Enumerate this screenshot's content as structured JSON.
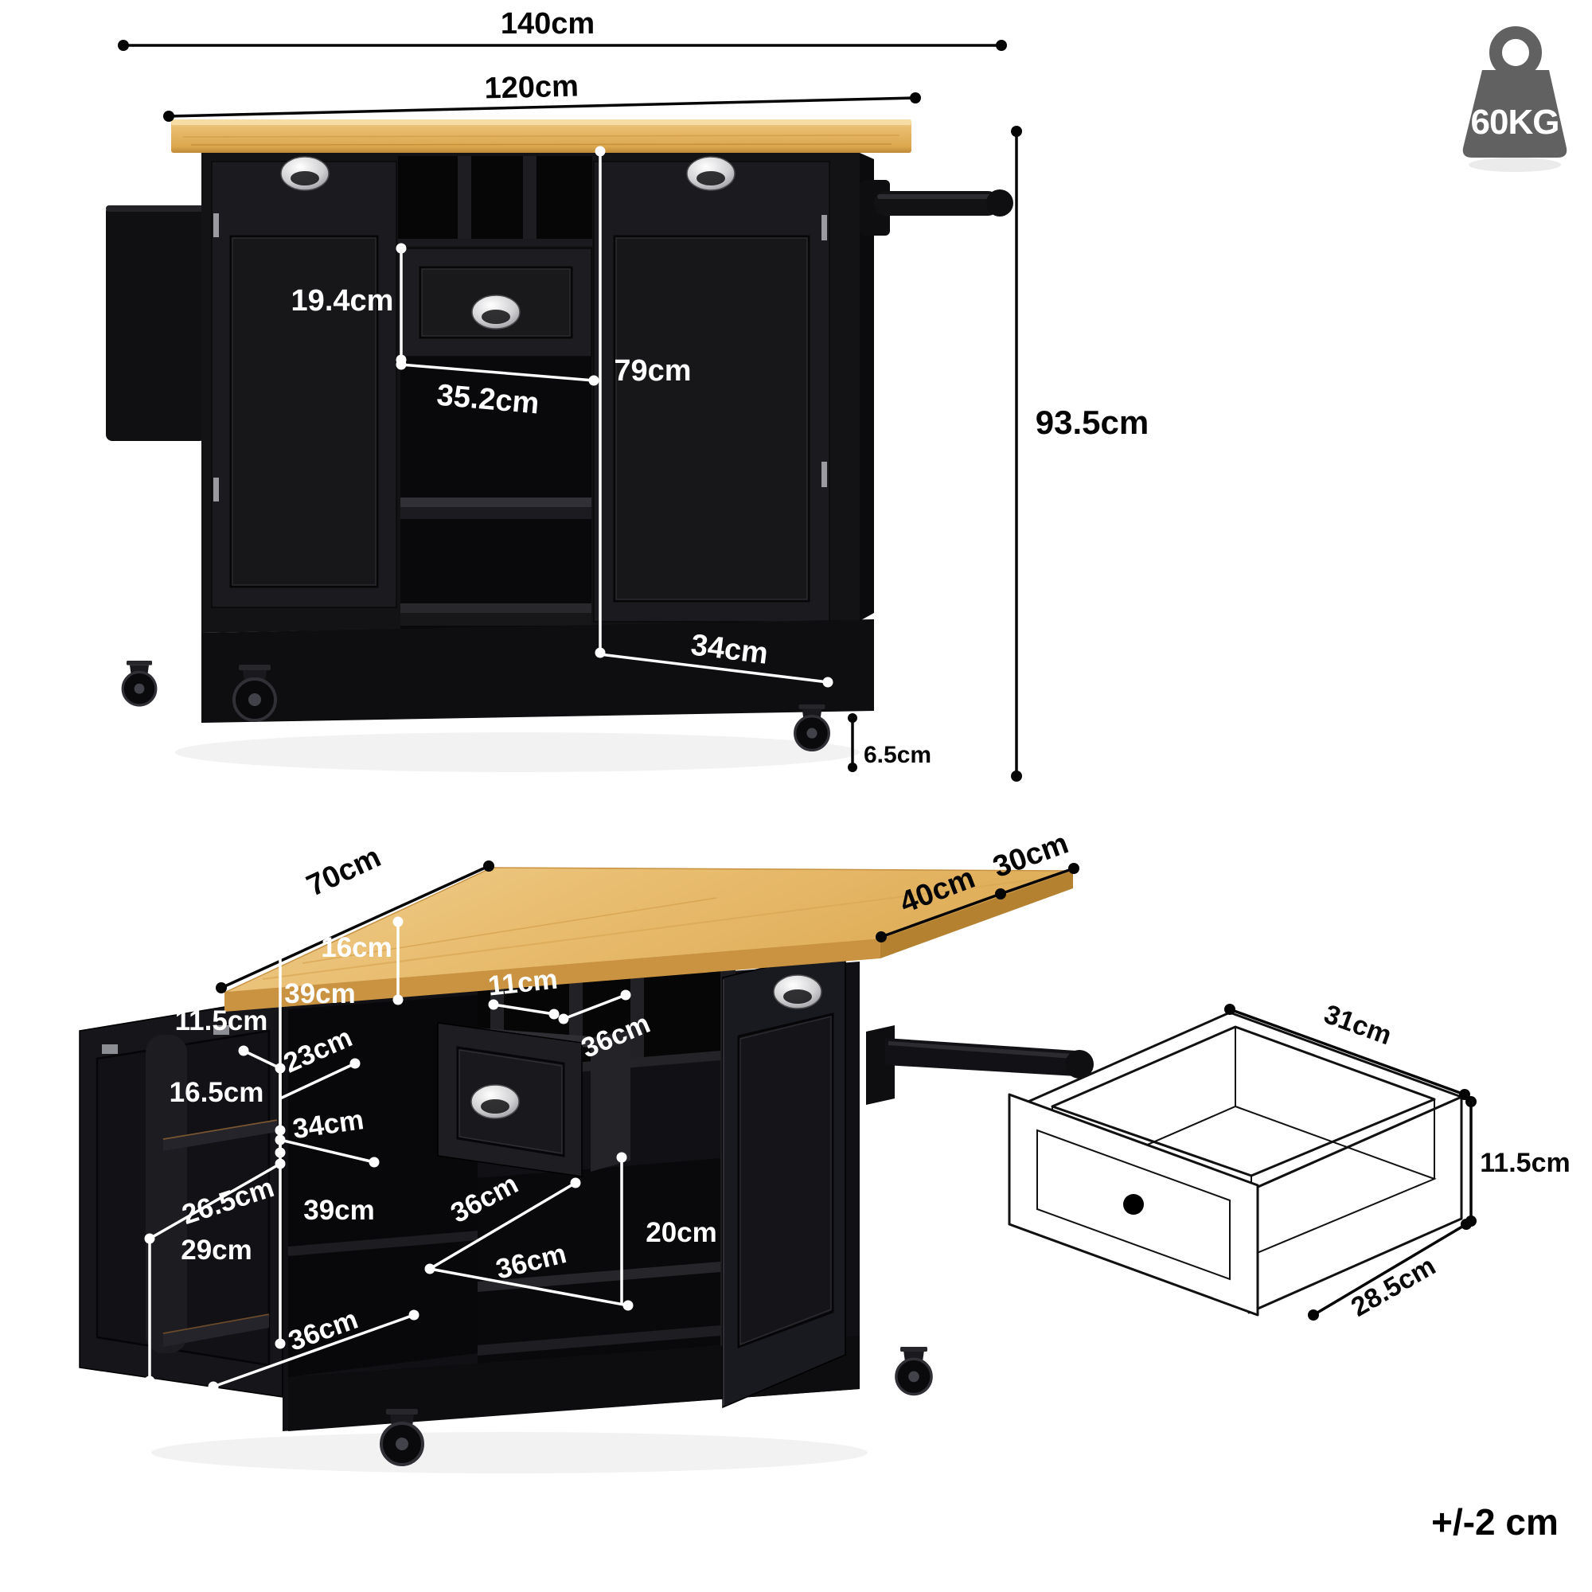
{
  "product": "kitchen island cart dimension diagram",
  "colors": {
    "wood": "#e8bc6e",
    "wood_light": "#f2d093",
    "wood_edge": "#c08a38",
    "cabinet_black": "#141418",
    "door_black": "#1b1b1f",
    "interior_black": "#08080a",
    "dim_white": "#ffffff",
    "dim_black": "#050505",
    "weight_icon_gray": "#616161"
  },
  "weight": {
    "capacity": "60KG"
  },
  "top_view": {
    "total_width": "140cm",
    "counter_width": "120cm",
    "drawer_height": "19.4cm",
    "drawer_width": "35.2cm",
    "cabinet_height": "79cm",
    "door_width": "34cm",
    "overall_height": "93.5cm",
    "caster_height": "6.5cm"
  },
  "open_view": {
    "counter_depth": "70cm",
    "counter_fixed_depth": "40cm",
    "drop_leaf_depth": "30cm",
    "wine_rack_height": "16cm",
    "upper_interior_height": "39cm",
    "wine_slot_width": "11cm",
    "wine_rack_depth": "36cm",
    "door_rack_depth": "11.5cm",
    "upper_door_rack_height": "16.5cm",
    "clearance_23": "23cm",
    "clearance_34": "34cm",
    "door_rack_width": "26.5cm",
    "lower_door_rack_height": "29cm",
    "lower_interior_height": "39cm",
    "shelf_depth": "36cm",
    "shelf_width": "36cm",
    "shelf_clearance": "20cm",
    "base_shelf_width": "36cm"
  },
  "drawer_view": {
    "inner_width": "31cm",
    "inner_height": "11.5cm",
    "inner_depth": "28.5cm"
  },
  "tolerance": "+/-2 cm"
}
